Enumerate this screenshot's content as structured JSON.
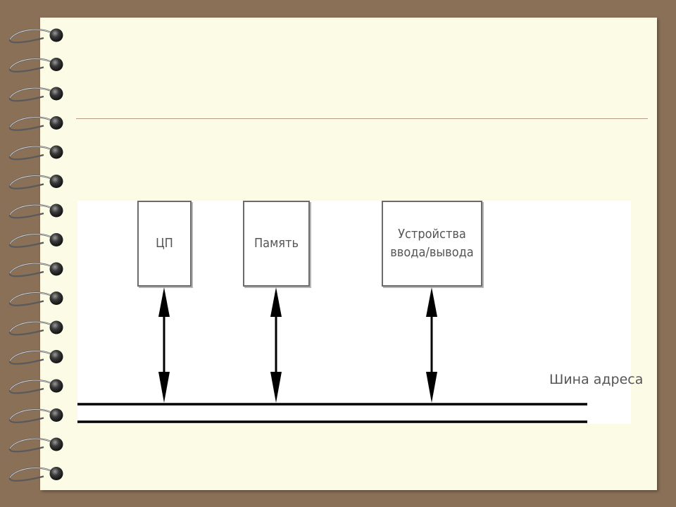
{
  "diagram": {
    "components": [
      {
        "label": "ЦП"
      },
      {
        "label": "Память"
      },
      {
        "label": "Устройства\nввода/вывода"
      }
    ],
    "bus_label": "Шина адреса"
  },
  "colors": {
    "frame": "#8b7058",
    "page": "#fbfbe6",
    "box_border": "#6b6b6b",
    "text": "#555555",
    "line": "#000000"
  },
  "icons": [
    "spiral-binding-ring-icon"
  ]
}
